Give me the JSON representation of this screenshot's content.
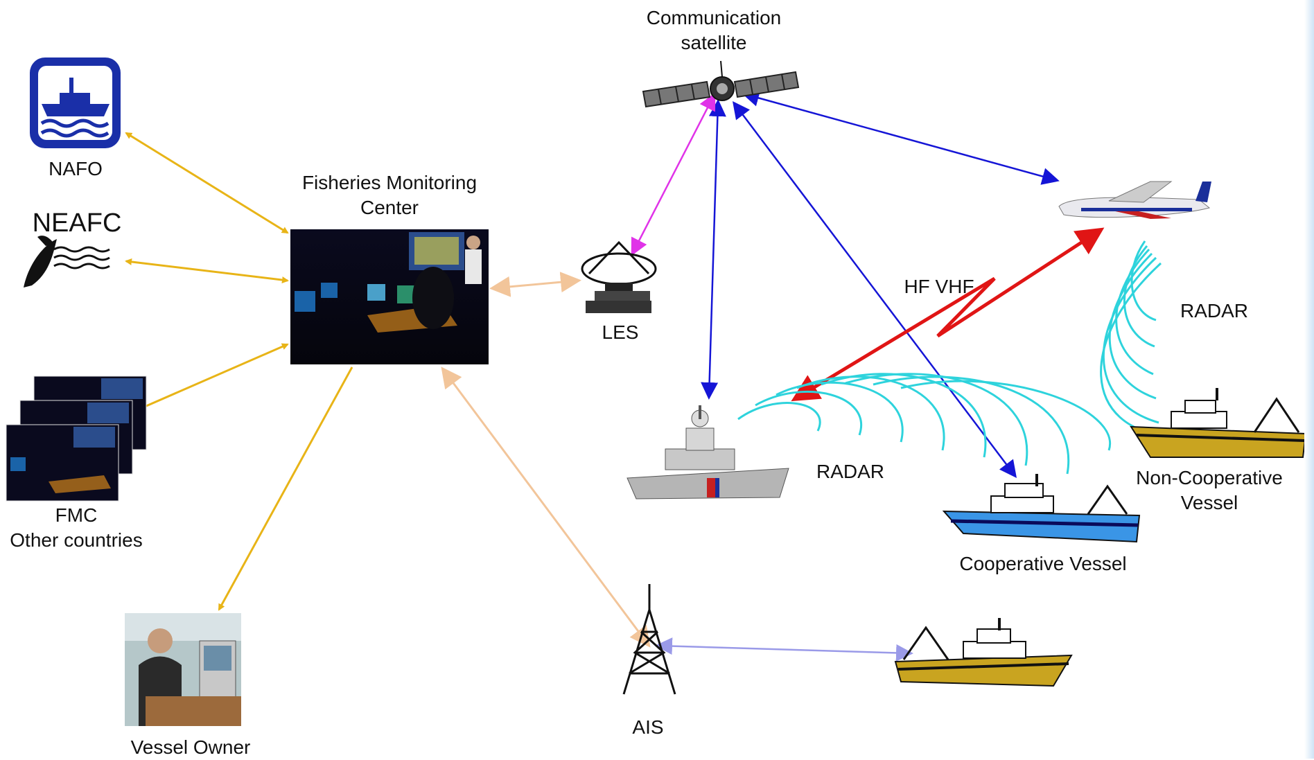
{
  "colors": {
    "national_link": "#e8b417",
    "fmc_link": "#f2c59a",
    "satellite_link": "#1515d6",
    "les_link": "#e033e8",
    "radio_link": "#e01515",
    "radar_wave": "#2ed3dc",
    "ais_link": "#9a9ae8"
  },
  "labels": {
    "satellite": "Communication\nsatellite",
    "nafo": "NAFO",
    "neafc": "NEAFC",
    "fmc_center": "Fisheries Monitoring\nCenter",
    "les": "LES",
    "hf_vhf": "HF VHF",
    "radar_top": "RADAR",
    "radar_bottom": "RADAR",
    "fmc_other": "FMC\nOther countries",
    "non_coop": "Non-Cooperative\nVessel",
    "coop": "Cooperative Vessel",
    "vessel_owner": "Vessel Owner",
    "ais": "AIS"
  },
  "icons": [
    "satellite-icon",
    "nafo-logo-icon",
    "neafc-logo-icon",
    "control-room-photo",
    "les-dish-icon",
    "patrol-aircraft-icon",
    "patrol-ship-icon",
    "cooperative-vessel-icon",
    "non-cooperative-vessel-icon",
    "ais-tower-icon",
    "ais-vessel-icon",
    "vessel-owner-photo",
    "fmc-other-photos"
  ]
}
